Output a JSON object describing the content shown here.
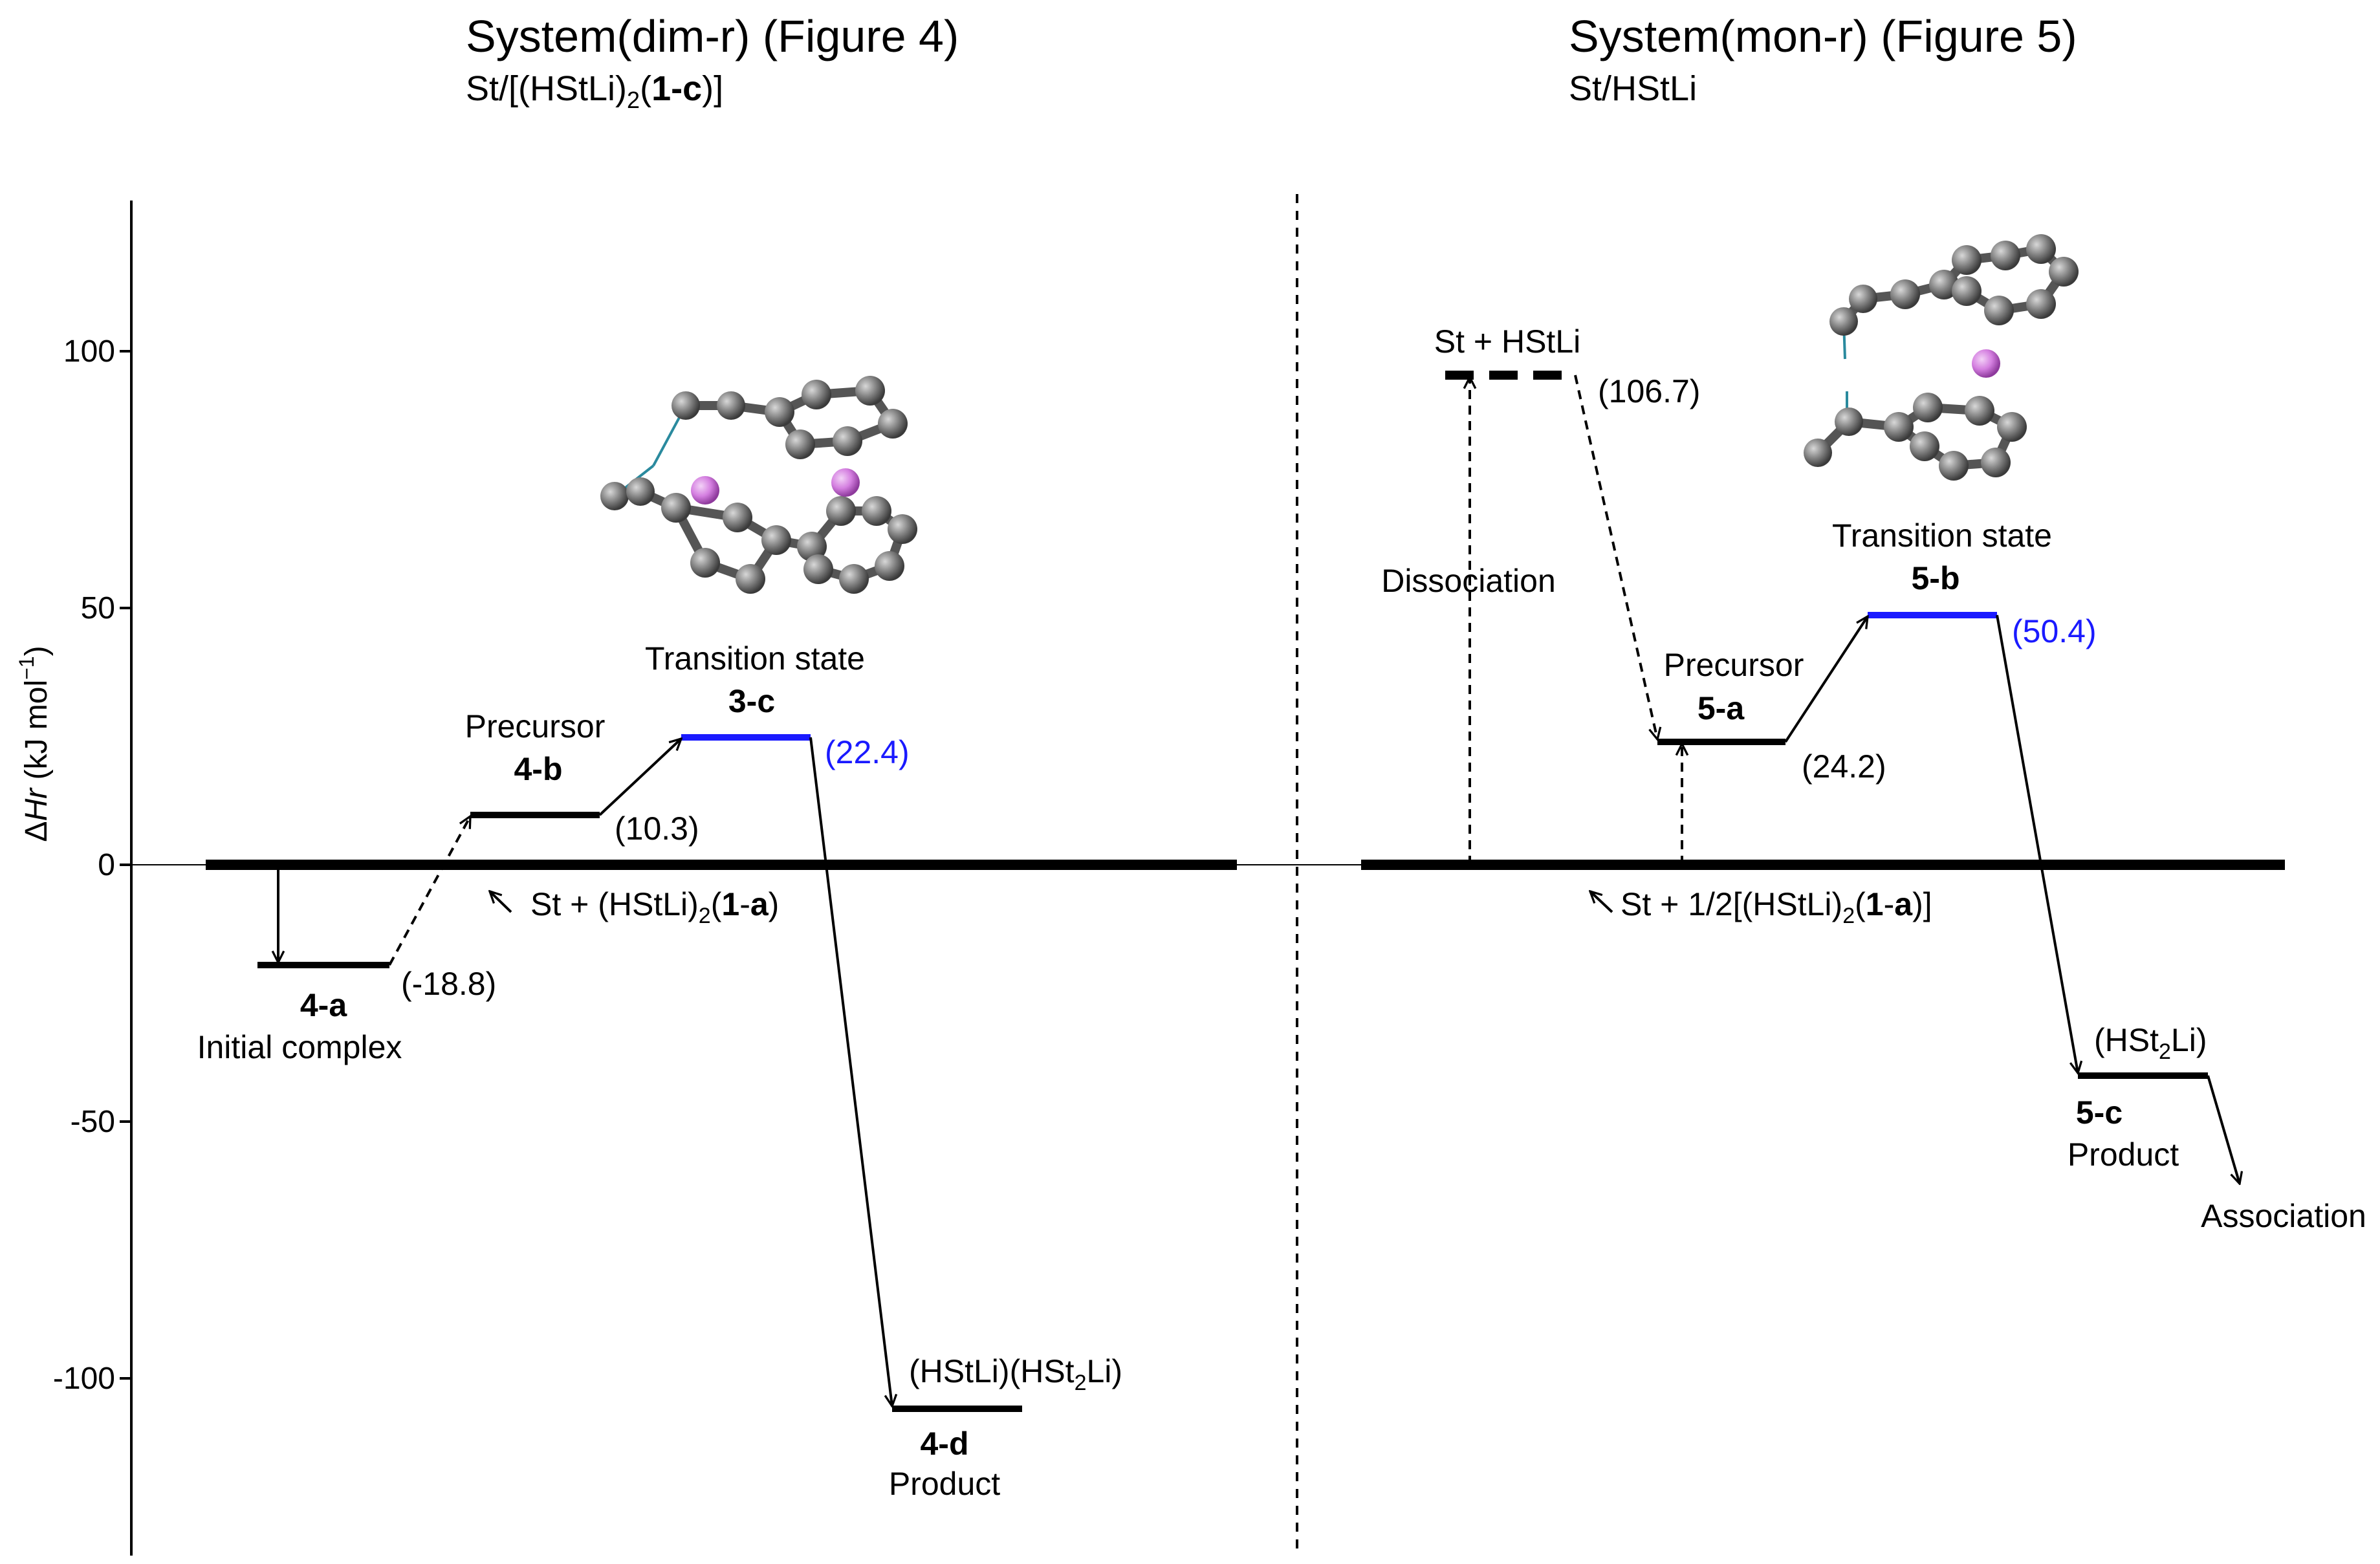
{
  "colors": {
    "ts_level": "#1a1aff",
    "level": "#000000",
    "lithium": "#d47fe0",
    "carbon": "#808080",
    "hydrogen_bond": "#2a8a9e"
  },
  "y_axis": {
    "label_prefix": "Δ",
    "label_italic": "Hr",
    "label_suffix": " (kJ mol",
    "label_exp": "−1",
    "label_close": ")",
    "ticks": [
      "100",
      "50",
      "0",
      "-50",
      "-100"
    ]
  },
  "left_panel": {
    "title": "System(dim-r) (Figure 4)",
    "subtitle_pre": "St/[(HStLi)",
    "subtitle_sub": "2",
    "subtitle_bold": "1-c",
    "baseline_label_pre": "St + (HStLi)",
    "baseline_label_sub": "2",
    "baseline_label_bold": "1",
    "baseline_label_mid": "-",
    "baseline_label_bold2": "a",
    "initial": {
      "id": "4-a",
      "name": "Initial complex",
      "value": "(-18.8)"
    },
    "precursor": {
      "name": "Precursor",
      "id": "4-b",
      "value": "(10.3)"
    },
    "ts": {
      "name": "Transition state",
      "id": "3-c",
      "value": "(22.4)"
    },
    "product": {
      "formula_pre": "(HStLi)(HSt",
      "formula_sub": "2",
      "formula_post": "Li)",
      "id": "4-d",
      "name": "Product"
    }
  },
  "right_panel": {
    "title": "System(mon-r) (Figure 5)",
    "subtitle": "St/HStLi",
    "dissociated": {
      "name": "St + HStLi",
      "value": "(106.7)"
    },
    "dissociation_label": "Dissociation",
    "baseline_label_pre": "St + 1/2[(HStLi)",
    "baseline_label_sub": "2",
    "baseline_label_bold": "1",
    "baseline_label_mid": "-",
    "baseline_label_bold2": "a",
    "precursor": {
      "name": "Precursor",
      "id": "5-a",
      "value": "(24.2)"
    },
    "ts": {
      "name": "Transition state",
      "id": "5-b",
      "value": "(50.4)"
    },
    "product": {
      "formula_pre": "(HSt",
      "formula_sub": "2",
      "formula_post": "Li)",
      "id": "5-c",
      "name": "Product"
    },
    "association_label": "Association"
  }
}
